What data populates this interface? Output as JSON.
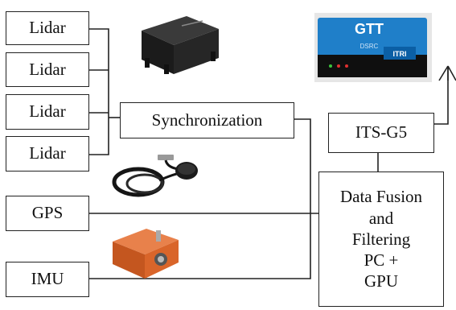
{
  "diagram": {
    "sensors": {
      "lidar_1": "Lidar",
      "lidar_2": "Lidar",
      "lidar_3": "Lidar",
      "lidar_4": "Lidar",
      "gps": "GPS",
      "imu": "IMU"
    },
    "synchronization": "Synchronization",
    "its_g5": "ITS-G5",
    "fusion": [
      "Data Fusion",
      "and",
      "Filtering",
      "PC +",
      "GPU"
    ],
    "device_logo": "GTT",
    "device_label": "DSRC",
    "device_badge": "ITRI"
  },
  "colors": {
    "line": "#222222",
    "lidar_device": "#1b1b1b",
    "imu_device": "#d9652a",
    "dsrc_device": "#1f7fc9"
  }
}
